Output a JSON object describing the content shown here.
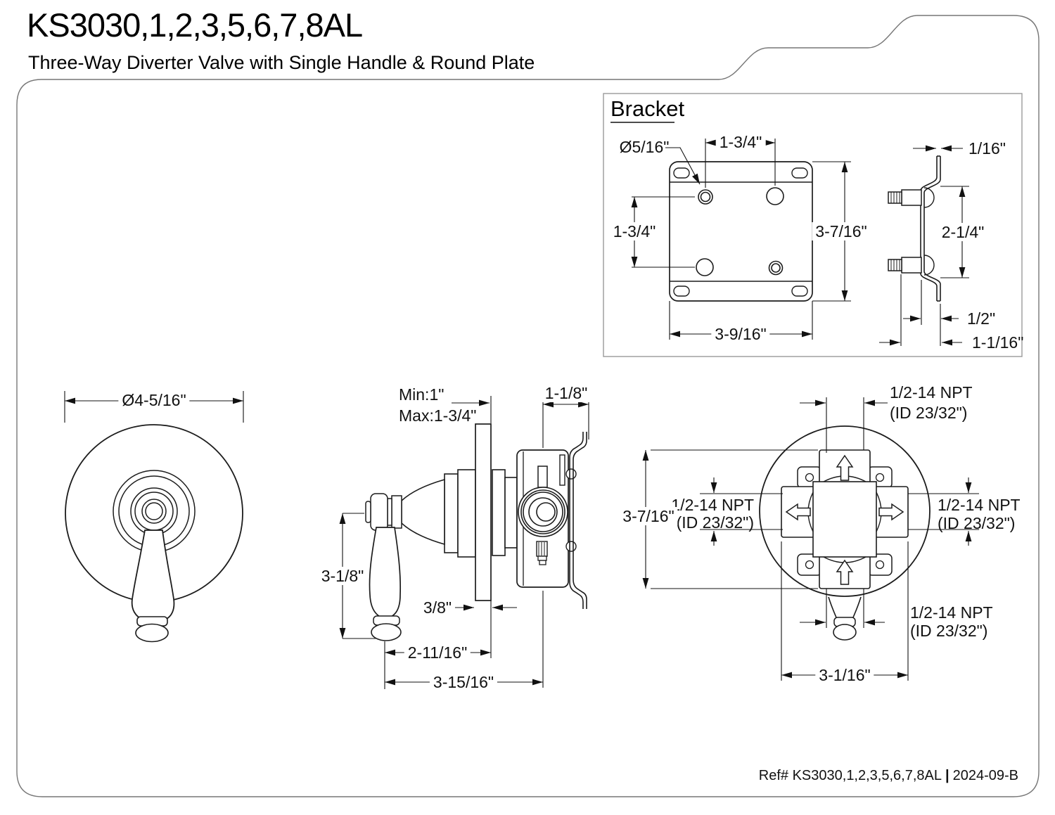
{
  "header": {
    "model": "KS3030,1,2,3,5,6,7,8AL",
    "subtitle": "Three-Way Diverter Valve with Single Handle & Round Plate"
  },
  "bracket_panel": {
    "heading": "Bracket",
    "front": {
      "hole_diameter": "Ø5/16\"",
      "top_hole_spacing": "1-3/4\"",
      "side_hole_spacing": "1-3/4\"",
      "height": "3-7/16\"",
      "width": "3-9/16\""
    },
    "side": {
      "thickness": "1/16\"",
      "stud_spacing": "2-1/4\"",
      "flange_depth": "1/2\"",
      "overall_depth": "1-1/16\""
    }
  },
  "plate_view": {
    "diameter": "Ø4-5/16\""
  },
  "side_view": {
    "wall_min": "Min:1\"",
    "wall_max": "Max:1-3/4\"",
    "valve_depth": "1-1/8\"",
    "handle_length": "3-1/8\"",
    "plate_thickness": "3/8\"",
    "handle_to_wall": "2-11/16\"",
    "overall_depth": "3-15/16\""
  },
  "rear_view": {
    "top_port": {
      "thread": "1/2-14 NPT",
      "inner_diameter": "(ID 23/32\")"
    },
    "left_port": {
      "thread": "1/2-14 NPT",
      "inner_diameter": "(ID 23/32\")"
    },
    "right_port": {
      "thread": "1/2-14 NPT",
      "inner_diameter": "(ID 23/32\")"
    },
    "bottom_port": {
      "thread": "1/2-14 NPT",
      "inner_diameter": "(ID 23/32\")"
    },
    "height": "3-7/16\"",
    "width": "3-1/16\""
  },
  "footer": {
    "reference": "Ref# KS3030,1,2,3,5,6,7,8AL",
    "separator": "|",
    "revision": "2024-09-B"
  }
}
